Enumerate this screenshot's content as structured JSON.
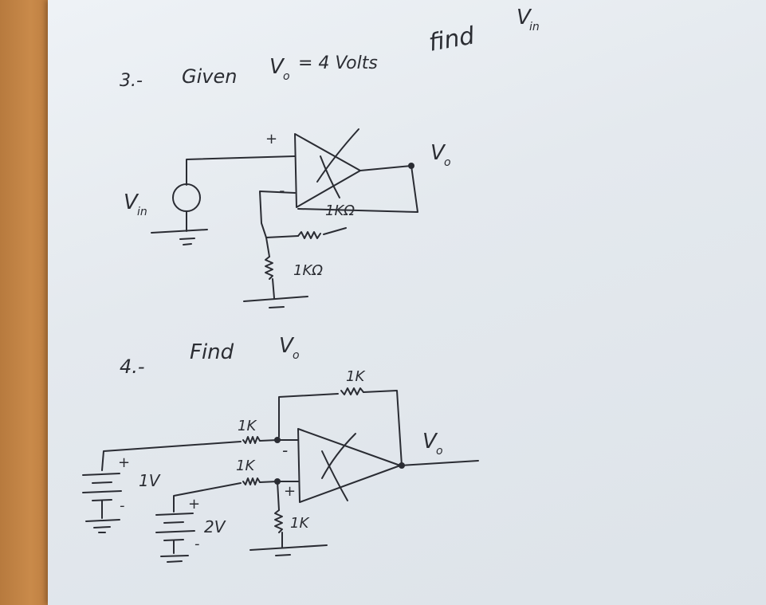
{
  "problem3": {
    "number": "3.-",
    "given": "Given",
    "vo_symbol": "V",
    "vo_sub": "o",
    "equation": "= 4 Volts",
    "find": "find",
    "vin_symbol": "V",
    "vin_sub": "in",
    "circuit": {
      "plus_sign": "+",
      "minus_sign": "-",
      "source_label_main": "V",
      "source_label_sub": "in",
      "output_label_main": "V",
      "output_label_sub": "o",
      "feedback_resistor": "1KΩ",
      "ground_resistor": "1KΩ"
    }
  },
  "problem4": {
    "number": "4.-",
    "find": "Find",
    "vo_symbol": "V",
    "vo_sub": "o",
    "circuit": {
      "feedback_resistor": "1K",
      "input_resistor_top": "1K",
      "input_resistor_bottom": "1K",
      "ground_resistor": "1K",
      "minus_sign": "-",
      "plus_sign": "+",
      "battery1_plus": "+",
      "battery1_minus": "-",
      "battery1_value": "1V",
      "battery2_plus": "+",
      "battery2_minus": "-",
      "battery2_value": "2V",
      "output_label_main": "V",
      "output_label_sub": "o"
    }
  },
  "colors": {
    "ink": "#2a2c33",
    "paper": "#e6ebf0",
    "desk": "#b77a3e"
  }
}
